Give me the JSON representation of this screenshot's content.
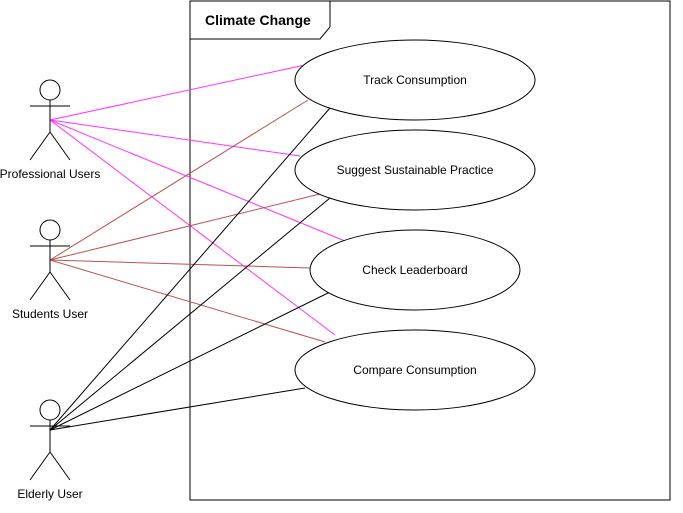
{
  "system": {
    "title": "Climate Change"
  },
  "actors": [
    {
      "id": "professional",
      "label": "Professional Users",
      "icon": "stick-figure-icon"
    },
    {
      "id": "students",
      "label": "Students User",
      "icon": "stick-figure-icon"
    },
    {
      "id": "elderly",
      "label": "Elderly User",
      "icon": "stick-figure-icon"
    }
  ],
  "use_cases": [
    {
      "id": "track",
      "label": "Track Consumption"
    },
    {
      "id": "suggest",
      "label": "Suggest Sustainable Practice"
    },
    {
      "id": "leaderboard",
      "label": "Check Leaderboard"
    },
    {
      "id": "compare",
      "label": "Compare Consumption"
    }
  ],
  "associations": [
    {
      "from": "professional",
      "to": "track",
      "color": "#ff33ff"
    },
    {
      "from": "professional",
      "to": "suggest",
      "color": "#ff33ff"
    },
    {
      "from": "professional",
      "to": "leaderboard",
      "color": "#ff33ff"
    },
    {
      "from": "professional",
      "to": "compare",
      "color": "#ff33ff"
    },
    {
      "from": "students",
      "to": "track",
      "color": "#b85450"
    },
    {
      "from": "students",
      "to": "suggest",
      "color": "#b85450"
    },
    {
      "from": "students",
      "to": "leaderboard",
      "color": "#b85450"
    },
    {
      "from": "students",
      "to": "compare",
      "color": "#b85450"
    },
    {
      "from": "elderly",
      "to": "track",
      "color": "#000000"
    },
    {
      "from": "elderly",
      "to": "suggest",
      "color": "#000000"
    },
    {
      "from": "elderly",
      "to": "leaderboard",
      "color": "#000000"
    },
    {
      "from": "elderly",
      "to": "compare",
      "color": "#000000"
    }
  ]
}
